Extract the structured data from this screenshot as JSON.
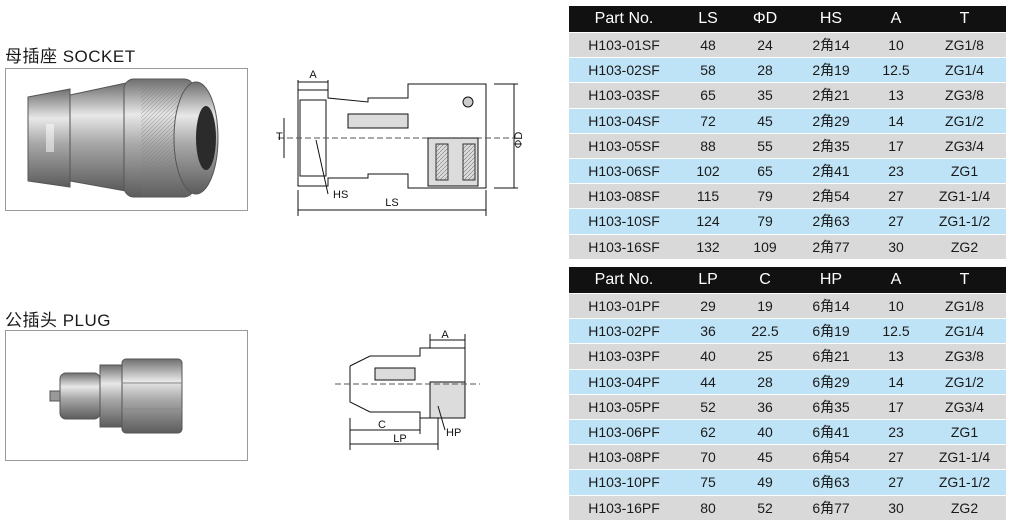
{
  "socket": {
    "label": "母插座 SOCKET",
    "dim_labels": {
      "a": "A",
      "t": "T",
      "hs": "HS",
      "ls": "LS",
      "d": "ΦD"
    },
    "table": {
      "headers": [
        "Part No.",
        "LS",
        "ΦD",
        "HS",
        "A",
        "T"
      ],
      "rows": [
        [
          "H103-01SF",
          "48",
          "24",
          "2角14",
          "10",
          "ZG1/8"
        ],
        [
          "H103-02SF",
          "58",
          "28",
          "2角19",
          "12.5",
          "ZG1/4"
        ],
        [
          "H103-03SF",
          "65",
          "35",
          "2角21",
          "13",
          "ZG3/8"
        ],
        [
          "H103-04SF",
          "72",
          "45",
          "2角29",
          "14",
          "ZG1/2"
        ],
        [
          "H103-05SF",
          "88",
          "55",
          "2角35",
          "17",
          "ZG3/4"
        ],
        [
          "H103-06SF",
          "102",
          "65",
          "2角41",
          "23",
          "ZG1"
        ],
        [
          "H103-08SF",
          "115",
          "79",
          "2角54",
          "27",
          "ZG1-1/4"
        ],
        [
          "H103-10SF",
          "124",
          "79",
          "2角63",
          "27",
          "ZG1-1/2"
        ],
        [
          "H103-16SF",
          "132",
          "109",
          "2角77",
          "30",
          "ZG2"
        ]
      ]
    }
  },
  "plug": {
    "label": "公插头 PLUG",
    "dim_labels": {
      "a": "A",
      "c": "C",
      "lp": "LP",
      "hp": "HP"
    },
    "table": {
      "headers": [
        "Part No.",
        "LP",
        "C",
        "HP",
        "A",
        "T"
      ],
      "rows": [
        [
          "H103-01PF",
          "29",
          "19",
          "6角14",
          "10",
          "ZG1/8"
        ],
        [
          "H103-02PF",
          "36",
          "22.5",
          "6角19",
          "12.5",
          "ZG1/4"
        ],
        [
          "H103-03PF",
          "40",
          "25",
          "6角21",
          "13",
          "ZG3/8"
        ],
        [
          "H103-04PF",
          "44",
          "28",
          "6角29",
          "14",
          "ZG1/2"
        ],
        [
          "H103-05PF",
          "52",
          "36",
          "6角35",
          "17",
          "ZG3/4"
        ],
        [
          "H103-06PF",
          "62",
          "40",
          "6角41",
          "23",
          "ZG1"
        ],
        [
          "H103-08PF",
          "70",
          "45",
          "6角54",
          "27",
          "ZG1-1/4"
        ],
        [
          "H103-10PF",
          "75",
          "49",
          "6角63",
          "27",
          "ZG1-1/2"
        ],
        [
          "H103-16PF",
          "80",
          "52",
          "6角77",
          "30",
          "ZG2"
        ]
      ]
    }
  }
}
